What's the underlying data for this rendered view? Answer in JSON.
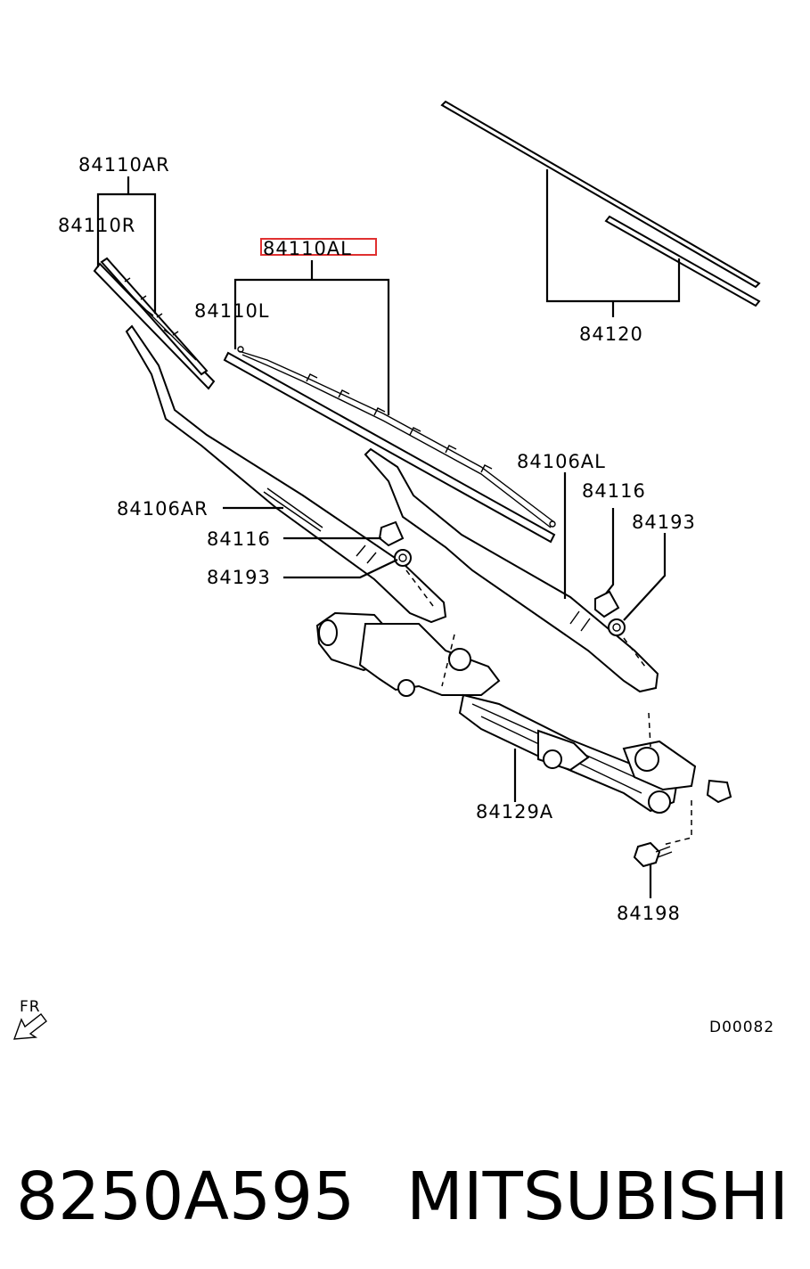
{
  "labels": {
    "blade_ar": "84110AR",
    "blade_r": "84110R",
    "blade_al": "84110AL",
    "blade_l": "84110L",
    "blade_rubber": "84120",
    "arm_al": "84106AL",
    "arm_ar": "84106AR",
    "cap_right": "84116",
    "nut_right": "84193",
    "cap_left": "84116",
    "nut_left": "84193",
    "linkage": "84129A",
    "bolt": "84198"
  },
  "direction": {
    "text": "FR",
    "icon": "front-direction-arrow-icon"
  },
  "diagram_code": "D00082",
  "caption": {
    "part_number": "8250A595",
    "brand": "MITSUBISHI"
  },
  "highlight": {
    "target": "blade_al",
    "color": "#e03030"
  }
}
